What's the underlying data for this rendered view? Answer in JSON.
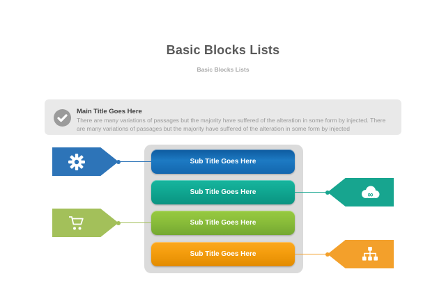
{
  "header": {
    "title": "Basic Blocks Lists",
    "subtitle": "Basic Blocks Lists"
  },
  "info_box": {
    "icon": "check-circle-icon",
    "title": "Main Title Goes Here",
    "body": "There are many variations of passages but the majority have suffered of the alteration in some form by injected. There are many variations of passages but the majority have suffered of the alteration in some form by injected"
  },
  "blocks": [
    {
      "label": "Sub Title Goes Here",
      "color": "#1467AE",
      "connected_tag": "gear"
    },
    {
      "label": "Sub Title Goes Here",
      "color": "#0FA28D",
      "connected_tag": "cloud-sync"
    },
    {
      "label": "Sub Title Goes Here",
      "color": "#85B93A",
      "connected_tag": "shopping-cart"
    },
    {
      "label": "Sub Title Goes Here",
      "color": "#F49D0D",
      "connected_tag": "sitemap"
    }
  ],
  "tags": [
    {
      "icon": "gear-icon",
      "side": "left",
      "color": "#2D74B8"
    },
    {
      "icon": "cloud-sync-icon",
      "side": "right",
      "color": "#17A58F"
    },
    {
      "icon": "shopping-cart-icon",
      "side": "left",
      "color": "#A3C05A"
    },
    {
      "icon": "sitemap-icon",
      "side": "right",
      "color": "#F3A02B"
    }
  ],
  "palette": {
    "title_text": "#595959",
    "subtitle_text": "#ABABAB",
    "info_box_bg": "#E9E9E9",
    "info_icon_gray": "#9B9B9B",
    "panel_bg": "#DBDBDB",
    "block_text": "#FFFFFF"
  }
}
